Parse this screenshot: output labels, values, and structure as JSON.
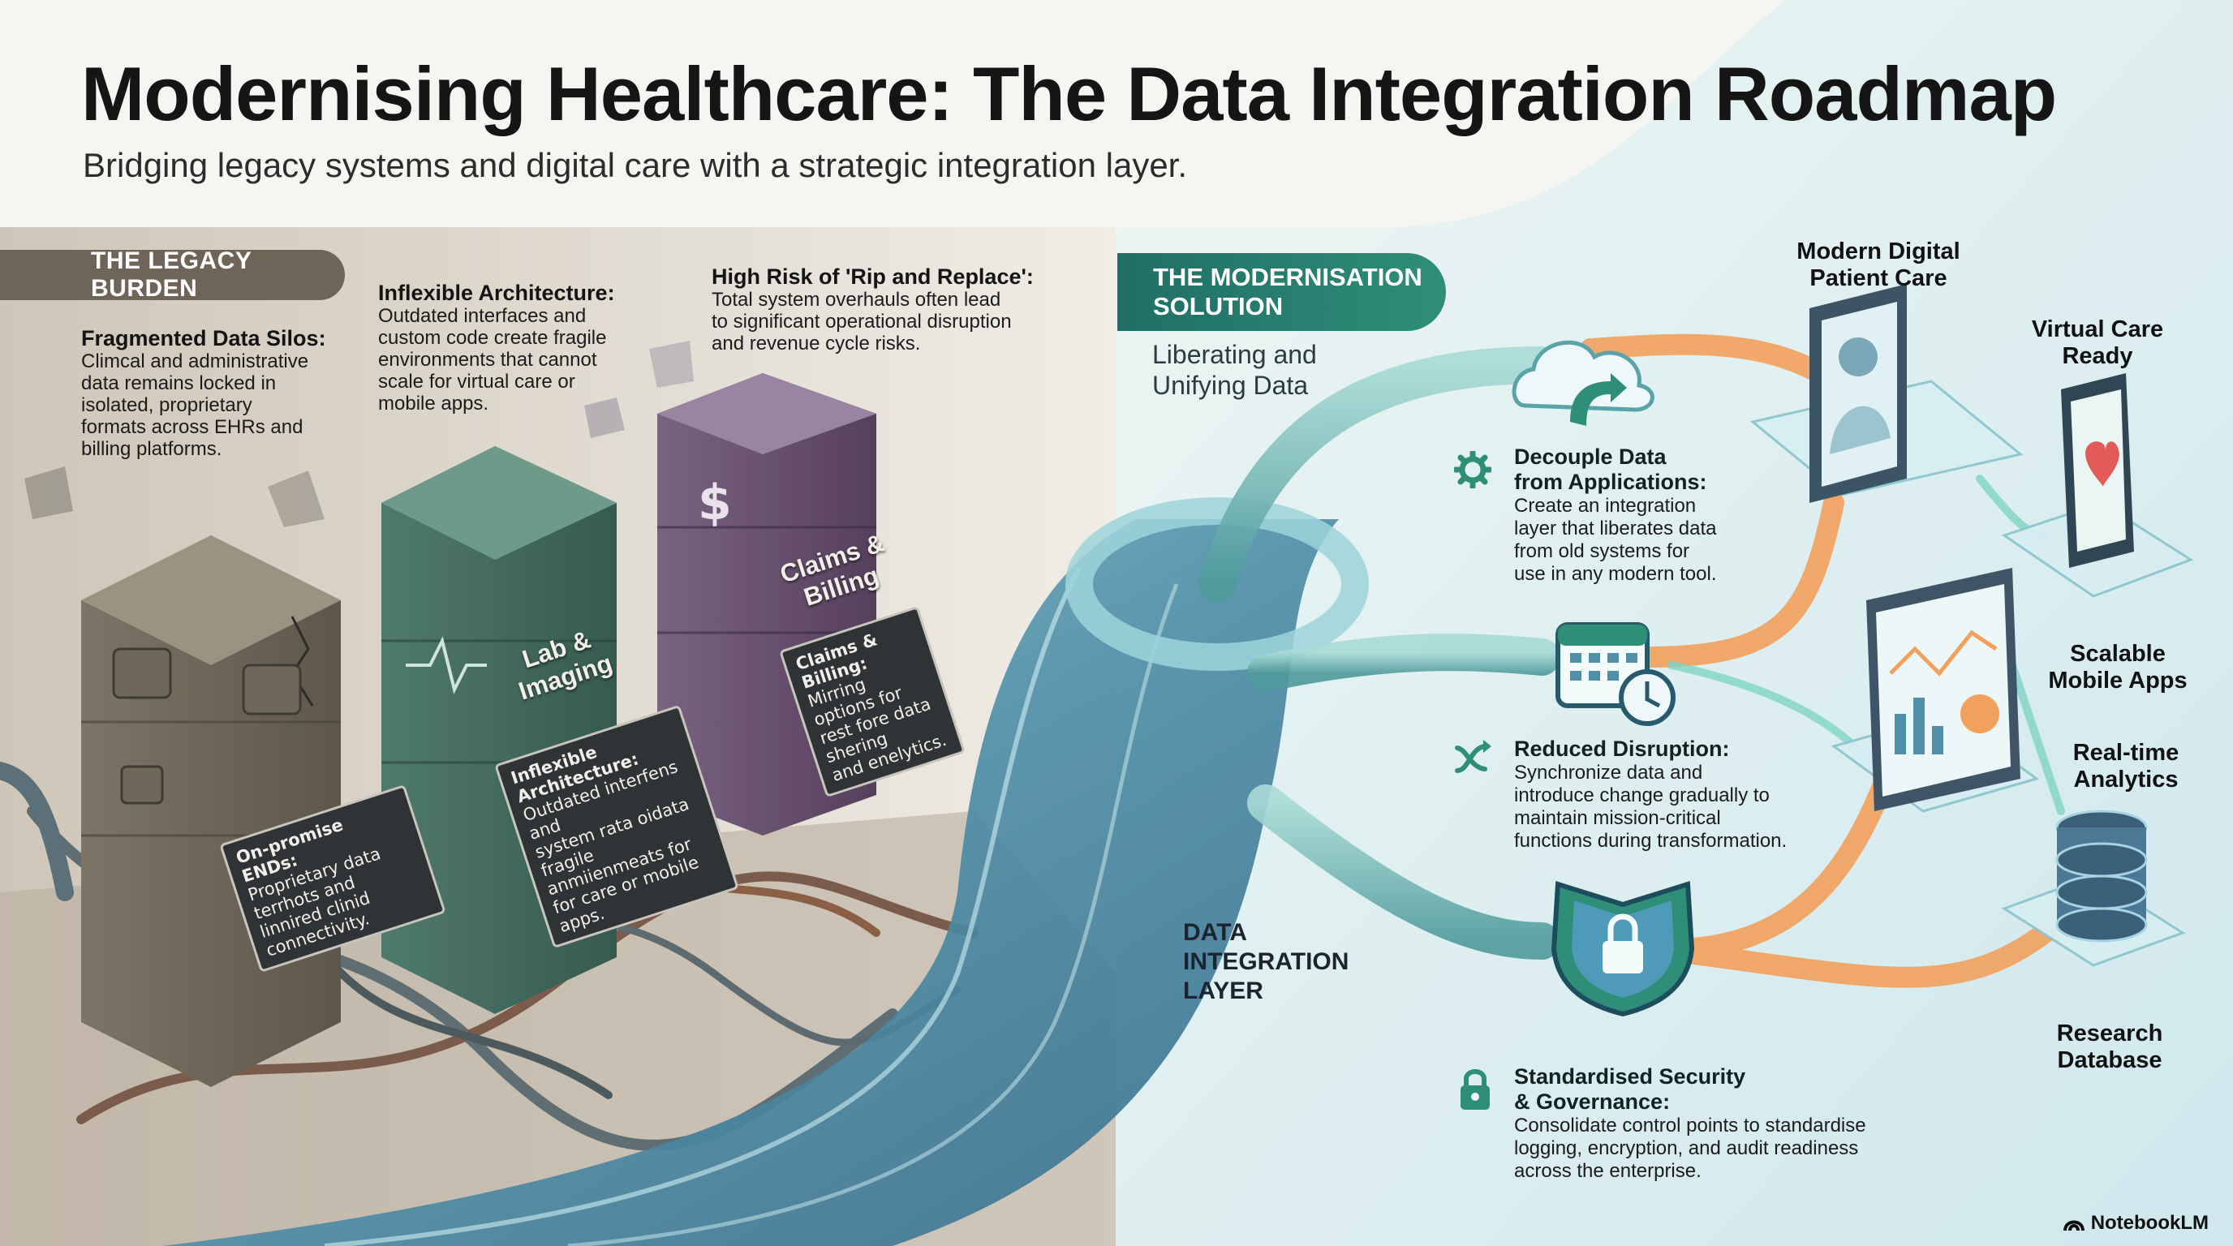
{
  "header": {
    "title": "Modernising Healthcare: The Data Integration Roadmap",
    "subtitle": "Bridging legacy systems and digital care with a strategic integration layer."
  },
  "legacy": {
    "tag": "THE LEGACY BURDEN",
    "callouts": [
      {
        "title": "Fragmented Data Silos:",
        "body": [
          "Climcal and administrative",
          "data remains locked in",
          "isolated, proprietary",
          "formats across EHRs and",
          "billing platforms."
        ]
      },
      {
        "title": "Inflexible Architecture:",
        "body": [
          "Outdated interfaces and",
          "custom code create fragile",
          "environments that cannot",
          "scale for virtual care or",
          "mobile apps."
        ]
      },
      {
        "title": "High Risk of 'Rip and Replace':",
        "body": [
          "Total system overhauls often lead",
          "to significant operational disruption",
          "and revenue cycle risks."
        ]
      }
    ],
    "pillars": {
      "lab_label": [
        "Lab &",
        "Imaging"
      ],
      "claims_label": [
        "Claims &",
        "Billing"
      ],
      "sign_ehr": [
        "On-promise ENDs:",
        "Proprietary data",
        "terrhots and",
        "linnired clinid",
        "connectivity."
      ],
      "sign_arch": [
        "Inflexible Architecture:",
        "Outdated interfens and",
        "system rata oidata",
        "fragile anmiienmeats for",
        "for care or mobile apps."
      ],
      "sign_claims": [
        "Claims & Billing:",
        "Mirring options for",
        "rest fore data shering",
        "and enelytics."
      ]
    }
  },
  "modern": {
    "tag": [
      "THE MODERNISATION",
      "SOLUTION"
    ],
    "intro": [
      "Liberating and",
      "Unifying Data"
    ],
    "layer_label": [
      "DATA",
      "INTEGRATION",
      "LAYER"
    ],
    "steps": [
      {
        "icon": "gear-icon",
        "title": [
          "Decouple Data",
          "from Applications:"
        ],
        "body": [
          "Create an integration",
          "layer that liberates data",
          "from old systems for",
          "use in any modern tool."
        ]
      },
      {
        "icon": "shuffle-icon",
        "title": [
          "Reduced Disruption:"
        ],
        "body": [
          "Synchronize data and",
          "introduce change gradually to",
          "maintain mission-critical",
          "functions during transformation."
        ]
      },
      {
        "icon": "padlock-icon",
        "title": [
          "Standardised Security",
          "& Governance:"
        ],
        "body": [
          "Consolidate control points to standardise",
          "logging, encryption, and audit readiness",
          "across the enterprise."
        ]
      }
    ],
    "destinations": [
      {
        "label": [
          "Modern Digital",
          "Patient Care"
        ]
      },
      {
        "label": [
          "Virtual Care",
          "Ready"
        ]
      },
      {
        "label": [
          "Scalable",
          "Mobile Apps"
        ]
      },
      {
        "label": [
          "Real-time",
          "Analytics"
        ]
      },
      {
        "label": [
          "Research",
          "Database"
        ]
      }
    ]
  },
  "brand": "NotebookLM",
  "colors": {
    "accent_teal": "#2f8e78",
    "accent_orange": "#f2a15c",
    "legacy_tag": "#6f6458",
    "pipe_blue": "#4d8fa6"
  }
}
